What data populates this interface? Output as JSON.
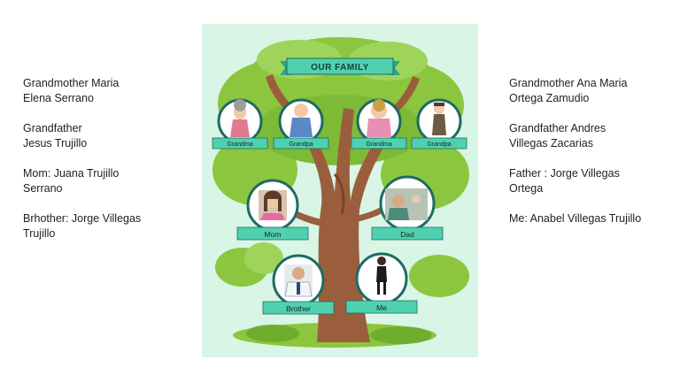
{
  "left_notes": [
    "Grandmother Maria\nElena  Serrano",
    "Grandfather\nJesus Trujillo",
    "Mom: Juana Trujillo\nSerrano",
    "Brhother: Jorge Villegas\nTrujillo"
  ],
  "right_notes": [
    "Grandmother Ana Maria\nOrtega Zamudio",
    "Grandfather Andres\nVillegas Zacarias",
    "Father : Jorge Villegas\nOrtega",
    "Me: Anabel Villegas Trujillo"
  ],
  "poster": {
    "title": "OUR FAMILY",
    "labels": {
      "grandma_1": "Grandma",
      "grandpa_1": "Grandpa",
      "grandma_2": "Grandma",
      "grandpa_2": "Grandpa",
      "mom": "Mom",
      "dad": "Dad",
      "brother": "Brother",
      "me": "Me"
    }
  },
  "colors": {
    "poster_bg": "#d9f5e6",
    "foliage": "#8cc63f",
    "foliage_dark": "#6fae2d",
    "trunk": "#9b5e3c",
    "ribbon": "#4fd1b0",
    "ring": "#1e6b63"
  }
}
